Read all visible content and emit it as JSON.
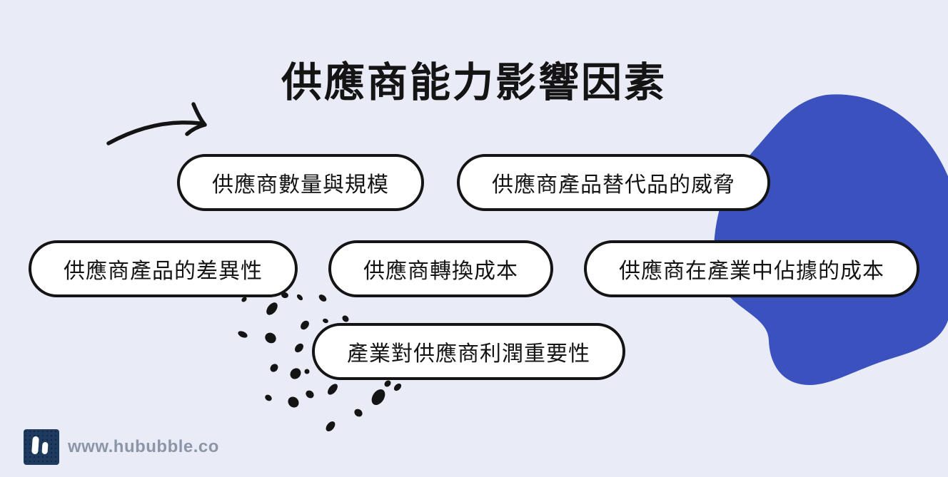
{
  "title": "供應商能力影響因素",
  "factors": [
    {
      "label": "供應商數量與規模"
    },
    {
      "label": "供應商產品替代品的威脅"
    },
    {
      "label": "供應商產品的差異性"
    },
    {
      "label": "供應商轉換成本"
    },
    {
      "label": "供應商在產業中佔據的成本"
    },
    {
      "label": "產業對供應商利潤重要性"
    }
  ],
  "footer": {
    "website": "www.hububble.co"
  },
  "colors": {
    "background": "#E9EBF7",
    "blob": "#3B51BE",
    "text": "#141414",
    "pill_bg": "#FFFFFF",
    "pill_border": "#141414",
    "logo_bg": "#1E3A5F",
    "footer_text": "#8D96A6"
  },
  "decor": {
    "blob": "organic-blob-shape",
    "arrow": "hand-drawn-curved-arrow",
    "dots": "scattered-ink-dots",
    "logo": "hububble-logo"
  }
}
